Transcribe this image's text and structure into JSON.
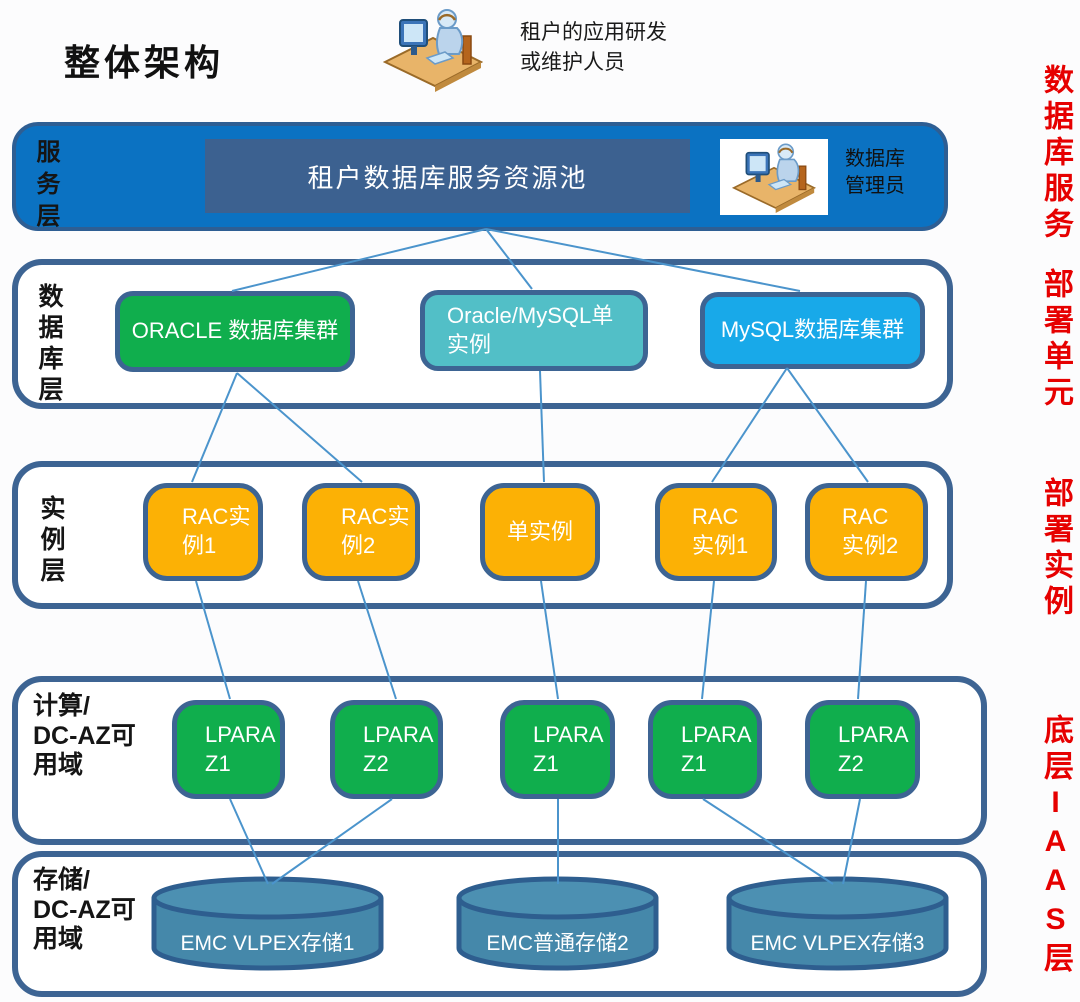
{
  "title": "整体架构",
  "top_user": {
    "label": "租户的应用研发\n或维护人员"
  },
  "layers": {
    "service": {
      "label": "服务层",
      "pool_label": "租户数据库服务资源池",
      "admin_label": "数据库\n管理员",
      "side_label": "数据库服务"
    },
    "database": {
      "label": "数据库层",
      "side_label": "部署单元",
      "boxes": [
        {
          "text": "ORACLE 数据库集群"
        },
        {
          "text": "Oracle/MySQL单\n实例"
        },
        {
          "text": "MySQL数据库集群"
        }
      ]
    },
    "instance": {
      "label": "实例层",
      "side_label": "部署实例",
      "boxes": [
        {
          "text": "RAC实\n例1"
        },
        {
          "text": "RAC实\n例2"
        },
        {
          "text": "单实例"
        },
        {
          "text": "RAC\n实例1"
        },
        {
          "text": "RAC\n实例2"
        }
      ]
    },
    "compute": {
      "label": "计算/\nDC-AZ可\n用域",
      "boxes": [
        {
          "text": "LPARA\nZ1"
        },
        {
          "text": "LPARA\nZ2"
        },
        {
          "text": "LPARA\nZ1"
        },
        {
          "text": "LPARA\nZ1"
        },
        {
          "text": "LPARA\nZ2"
        }
      ]
    },
    "storage": {
      "label": "存储/\nDC-AZ可\n用域",
      "side_label": "底层IAAS层",
      "cylinders": [
        {
          "text": "EMC VLPEX存储1"
        },
        {
          "text": "EMC普通存储2"
        },
        {
          "text": "EMC VLPEX存储3"
        }
      ]
    }
  },
  "colors": {
    "service_bar": "#0b72c2",
    "pool_box": "#3c6190",
    "oracle_green": "#10ae4d",
    "teal": "#52bfc7",
    "sky_blue": "#18a9e9",
    "orange": "#fcb105",
    "cylinder": "#4588aa",
    "container_border": "#3d6493",
    "wire": "#4b94cc",
    "side_label_red": "#e60000"
  }
}
